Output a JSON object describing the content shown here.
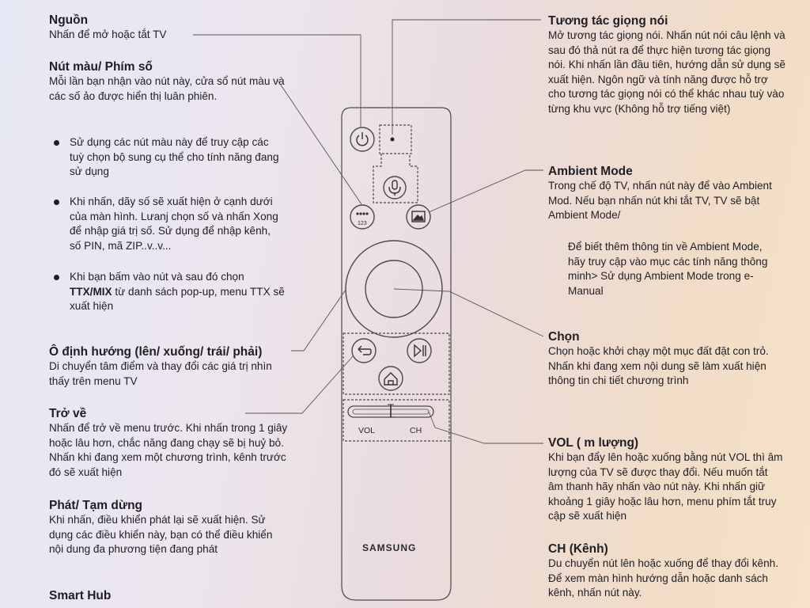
{
  "power": {
    "title": "Nguồn",
    "text": "Nhấn để mở hoặc tắt TV"
  },
  "color_keys": {
    "title": "Nút màu/ Phím số",
    "text": "Mỗi lần bạn nhận vào nút này, cửa sổ nút màu và các số ảo được hiển thị luân phiên.",
    "bullet1": "Sử dụng các nút màu này để truy cập các tuỳ chọn bộ sung cụ thể cho tính năng đang sử dụng",
    "bullet2": "Khi nhấn, dãy số sẽ xuất hiện ở cạnh dưới của màn hình. Lưanj chọn số và nhấn Xong để nhập giá trị số. Sử dụng để nhập kênh, số PIN, mã ZIP..v..v...",
    "bullet3_pre": "Khi bạn bấm vào nút và sau đó chọn",
    "bullet3_bold": "TTX/MIX",
    "bullet3_post": "từ danh sách pop-up, menu TTX sẽ xuất hiện"
  },
  "direction": {
    "title": "Ô định hướng (lên/ xuống/ trái/ phải)",
    "text": "Di chuyển tâm điểm và thay đổi các giá trị nhìn thấy trên menu TV"
  },
  "back": {
    "title": "Trở về",
    "text": "Nhấn để trở về menu trước. Khi nhấn trong 1 giây hoặc lâu hơn, chắc năng đang chạy sẽ bị huỷ bỏ. Nhấn khi đang xem một chương trình, kênh trước đó sẽ xuất hiện"
  },
  "play": {
    "title": "Phát/ Tạm dừng",
    "text": "Khi nhấn, điều khiển phát lại sẽ xuất hiện. Sử dụng các điều khiển này, bạn có thể điều khiển nội dung đa phương tiện đang phát"
  },
  "smart_hub": {
    "title": "Smart Hub"
  },
  "voice": {
    "title": "Tương tác giọng nói",
    "text": "Mở tương tác giọng nói. Nhấn nút nói câu lệnh và sau đó thả nút ra để thực hiện tương tác giọng nói. Khi nhấn lần đầu tiên, hướng dẫn sử dụng sẽ xuất hiện. Ngôn ngữ và tính năng được hỗ trợ cho tương tác giọng nói có thể khác nhau tuỳ vào từng khu vực (Không hỗ trợ tiếng việt)"
  },
  "ambient": {
    "title": "Ambient Mode",
    "text": "Trong chế độ TV, nhấn nút này để vào Ambient Mod. Nếu bạn nhấn nút khi tắt TV, TV sẽ bật Ambient Mode/",
    "note": "Để biết thêm thông tin về Ambient Mode, hãy truy cập vào mục các tính năng thông minh> Sử dụng Ambient Mode trong e-Manual"
  },
  "select": {
    "title": "Chọn",
    "text": "Chọn hoặc khởi chạy một mục đất đặt con trỏ. Nhấn khi đang xem nội dung sẽ làm xuất hiện thông tin chi tiết chương trình"
  },
  "vol": {
    "title": "VOL ( m lượng)",
    "text": "Khi bạn đẩy lên hoặc xuống bằng nút VOL thì âm lượng của TV sẽ được thay đổi. Nếu muốn tắt âm thanh hãy nhấn vào nút này. Khi nhấn giữ khoảng 1 giây hoặc lâu hơn, menu phím tắt truy cập sẽ xuất hiện"
  },
  "ch": {
    "title": "CH (Kênh)",
    "text": "Du chuyển nút lên hoặc xuống để thay đổi kênh. Để xem màn hình hướng dẫn hoặc danh sách kênh, nhấn nút này."
  },
  "remote": {
    "num_label": "123",
    "vol_label": "VOL",
    "ch_label": "CH",
    "brand": "SAMSUNG"
  }
}
